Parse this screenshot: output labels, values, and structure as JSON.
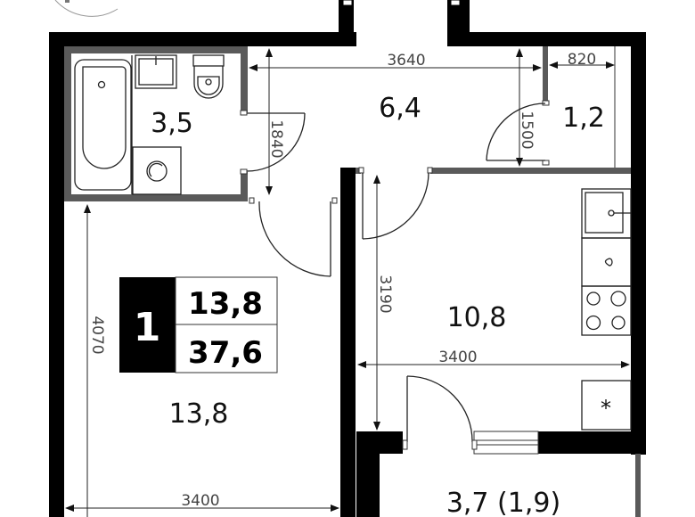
{
  "plan": {
    "rooms": [
      {
        "id": "bathroom",
        "area": "3,5"
      },
      {
        "id": "hallway",
        "area": "6,4"
      },
      {
        "id": "closet",
        "area": "1,2"
      },
      {
        "id": "kitchen",
        "area": "10,8"
      },
      {
        "id": "living-room",
        "area": "13,8"
      },
      {
        "id": "balcony",
        "area": "3,7 (1,9)"
      }
    ],
    "dimensions": {
      "hallway_width": "3640",
      "closet_width": "820",
      "closet_depth": "1500",
      "bathroom_depth": "1840",
      "kitchen_depth": "3190",
      "kitchen_width": "3400",
      "living_depth": "4070",
      "living_width": "3400"
    },
    "summary_badge": {
      "rooms_count": "1",
      "living_area": "13,8",
      "total_area": "37,6"
    },
    "colors": {
      "outer_wall": "#000000",
      "partition": "#5a5a5a",
      "line": "#222222"
    }
  }
}
